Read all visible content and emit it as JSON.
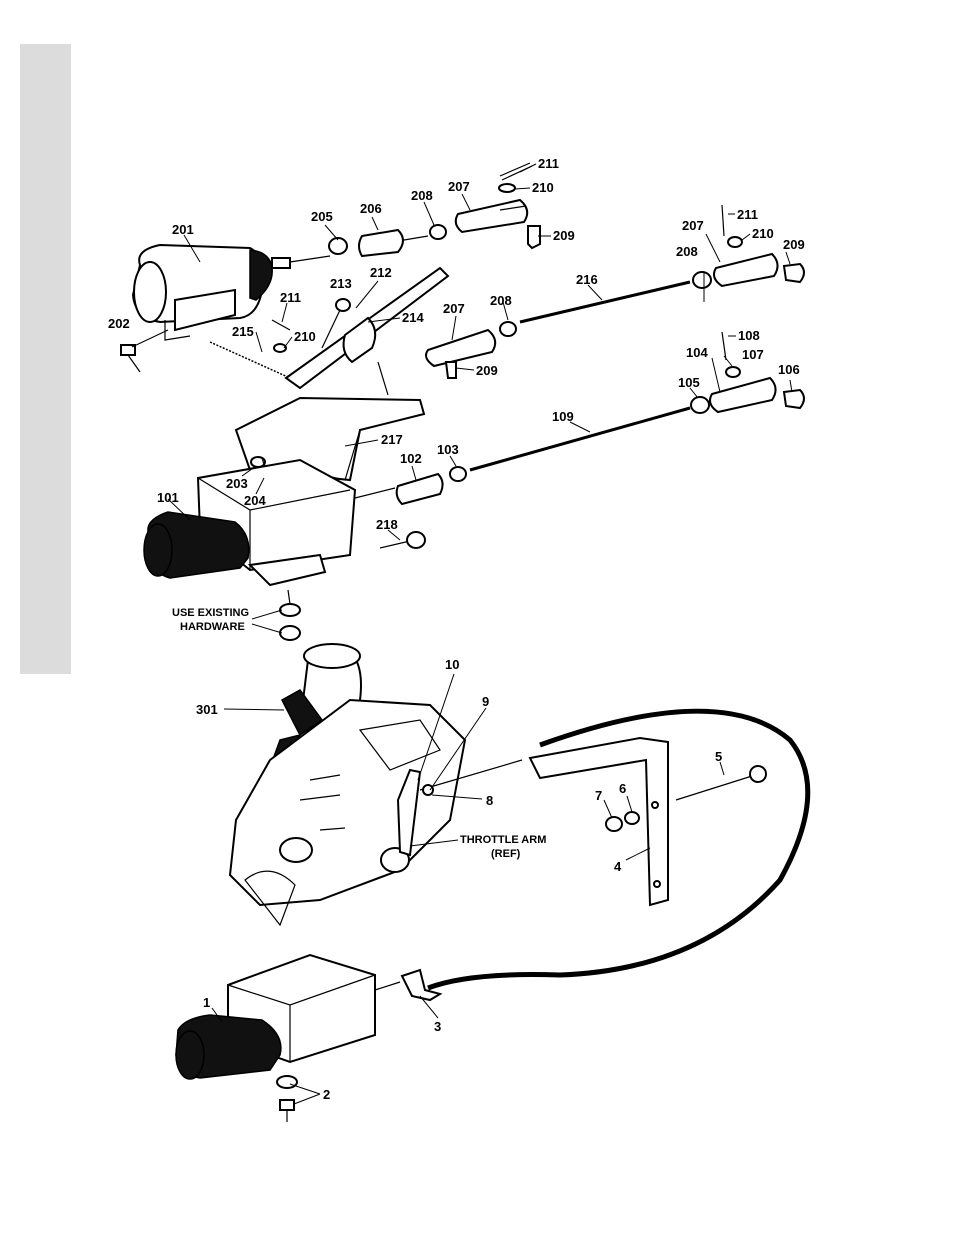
{
  "colors": {
    "side_bar": "#dcdcdc",
    "ink": "#000000",
    "paper": "#ffffff"
  },
  "labels": {
    "p201": "201",
    "p202": "202",
    "p203": "203",
    "p204": "204",
    "p205": "205",
    "p206": "206",
    "p207a": "207",
    "p207b": "207",
    "p207c": "207",
    "p208a": "208",
    "p208b": "208",
    "p208c": "208",
    "p209a": "209",
    "p209b": "209",
    "p209c": "209",
    "p210a": "210",
    "p210b": "210",
    "p210c": "210",
    "p211a": "211",
    "p211b": "211",
    "p211c": "211",
    "p212": "212",
    "p213": "213",
    "p214": "214",
    "p215": "215",
    "p216": "216",
    "p217": "217",
    "p218": "218",
    "p101": "101",
    "p102": "102",
    "p103": "103",
    "p104": "104",
    "p105": "105",
    "p106": "106",
    "p107": "107",
    "p108": "108",
    "p109": "109",
    "p301": "301",
    "p1": "1",
    "p2": "2",
    "p3": "3",
    "p4": "4",
    "p5": "5",
    "p6": "6",
    "p7": "7",
    "p8": "8",
    "p9": "9",
    "p10": "10",
    "use_existing_1": "USE EXISTING",
    "use_existing_2": "HARDWARE",
    "throttle_1": "THROTTLE ARM",
    "throttle_2": "(REF)"
  }
}
